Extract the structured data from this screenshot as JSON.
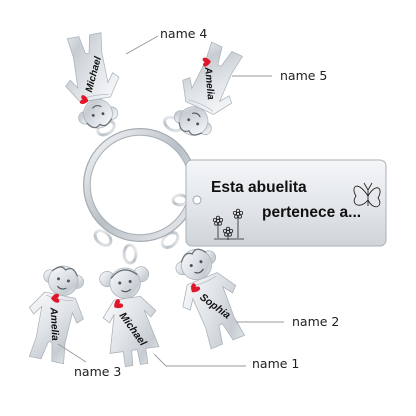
{
  "tag": {
    "line1": "Esta abuelita",
    "line2": "pertenece a..."
  },
  "charms": {
    "top_left": "Michael",
    "top_right": "Amelia",
    "bottom_left": "Amelia",
    "bottom_center": "Michael",
    "bottom_right": "Sophia"
  },
  "callouts": {
    "name1": "name 1",
    "name2": "name 2",
    "name3": "name 3",
    "name4": "name 4",
    "name5": "name 5"
  },
  "colors": {
    "steel": "#d9dde1",
    "engraving": "#222222",
    "heart": "#e0162b",
    "leader": "#9a9a9a"
  },
  "icons": [
    "heart-icon",
    "flower-icon",
    "butterfly-icon"
  ]
}
